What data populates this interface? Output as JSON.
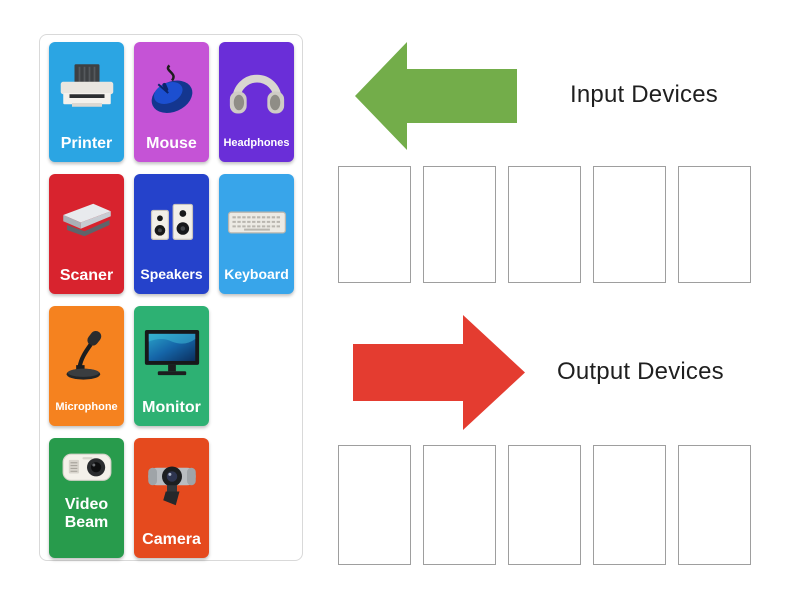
{
  "theme": {
    "background": "#ffffff",
    "panel_border": "#d9d9d9",
    "slot_border": "#9e9e9e",
    "tile_label_color": "#ffffff",
    "group_label_color": "#1f1f1f"
  },
  "activity": {
    "tiles": [
      {
        "label": "Printer",
        "color": "#2ba5e3",
        "icon": "printer-icon"
      },
      {
        "label": "Mouse",
        "color": "#c553d6",
        "icon": "mouse-icon"
      },
      {
        "label": "Headphones",
        "color": "#6a2ed8",
        "icon": "headphones-icon"
      },
      {
        "label": "Scaner",
        "color": "#d8232e",
        "icon": "scanner-icon"
      },
      {
        "label": "Speakers",
        "color": "#2542cb",
        "icon": "speakers-icon"
      },
      {
        "label": "Keyboard",
        "color": "#38a5ea",
        "icon": "keyboard-icon"
      },
      {
        "label": "Microphone",
        "color": "#f5821f",
        "icon": "microphone-icon"
      },
      {
        "label": "Monitor",
        "color": "#2db173",
        "icon": "monitor-icon"
      },
      {
        "label": "Video Beam",
        "color": "#289b4c",
        "icon": "projector-icon"
      },
      {
        "label": "Camera",
        "color": "#e54a1e",
        "icon": "webcam-icon"
      }
    ],
    "groups": [
      {
        "label": "Input Devices",
        "arrow_direction": "left",
        "arrow_color": "#73ad4a",
        "empty_slots": 5
      },
      {
        "label": "Output Devices",
        "arrow_direction": "right",
        "arrow_color": "#e43c30",
        "empty_slots": 5
      }
    ]
  }
}
